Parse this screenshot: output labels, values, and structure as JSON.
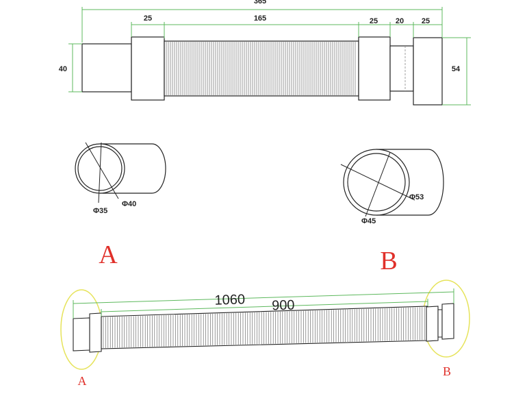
{
  "top_view": {
    "overall": "365",
    "seg_a": "25",
    "bellows": "165",
    "seg_b": "25",
    "seg_c": "20",
    "seg_d": "25",
    "height_left": "40",
    "height_right": "54"
  },
  "end_a": {
    "inner": "Φ35",
    "outer": "Φ40"
  },
  "end_b": {
    "inner": "Φ45",
    "outer": "Φ53"
  },
  "labels": {
    "a": "A",
    "b": "B"
  },
  "extended_view": {
    "overall": "1060",
    "bellows": "900",
    "label_a": "A",
    "label_b": "B"
  },
  "colors": {
    "line": "#222222",
    "dimension": "#5cb85c",
    "letters": "#e0302a",
    "highlight": "#e6e35a"
  }
}
